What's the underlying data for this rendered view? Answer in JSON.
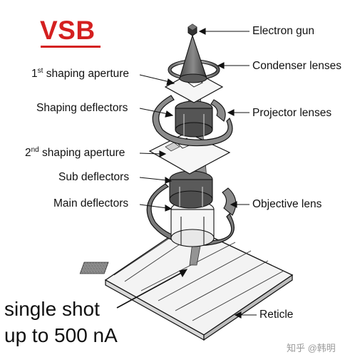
{
  "title": "VSB",
  "labels": {
    "electron_gun": "Electron gun",
    "condenser_lenses": "Condenser lenses",
    "projector_lenses": "Projector lenses",
    "objective_lens": "Objective lens",
    "reticle": "Reticle",
    "shaping_aperture_1_num": "1",
    "shaping_aperture_1_sup": "st",
    "shaping_aperture_1_text": " shaping aperture",
    "shaping_deflectors": "Shaping  deflectors",
    "shaping_aperture_2_num": "2",
    "shaping_aperture_2_sup": "nd",
    "shaping_aperture_2_text": " shaping  aperture",
    "sub_deflectors": "Sub  deflectors",
    "main_deflectors": "Main  deflectors"
  },
  "callout": {
    "line1": "single shot",
    "line2": "up to 500 nA"
  },
  "watermark": "知乎 @韩明",
  "colors": {
    "title": "#d42020",
    "lens_dark": "#555555",
    "lens_light": "#b8b8b8",
    "line": "#111111"
  }
}
